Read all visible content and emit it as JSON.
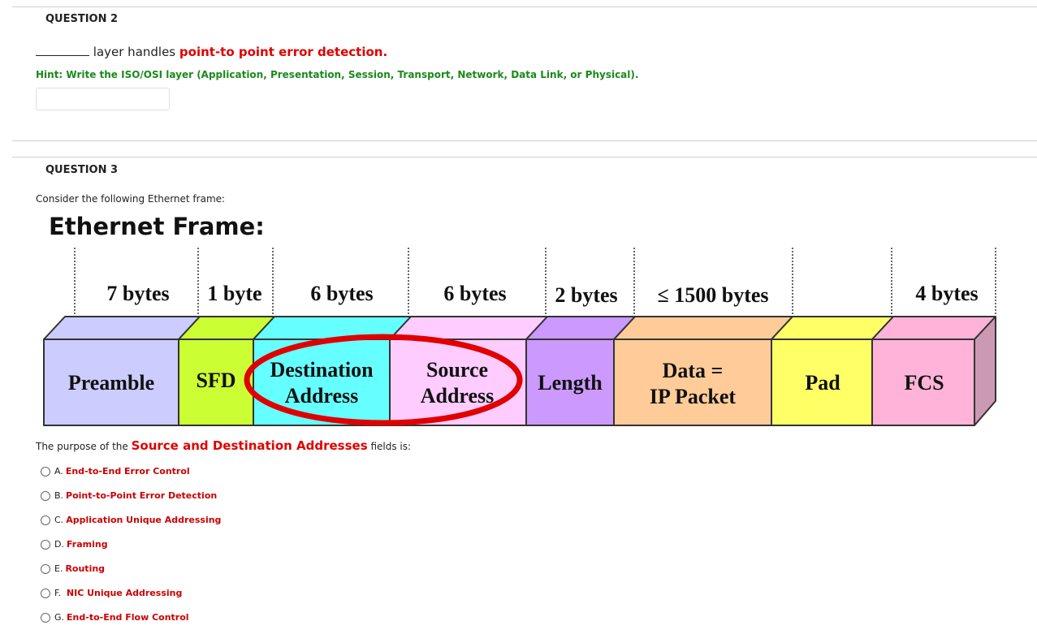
{
  "q2": {
    "label": "QUESTION 2",
    "text_mid": "layer handles",
    "text_red": "point-to point error detection.",
    "hint": "Hint: Write the ISO/OSI layer (Application, Presentation, Session, Transport, Network, Data Link, or Physical).",
    "answer_value": ""
  },
  "q3": {
    "label": "QUESTION 3",
    "consider": "Consider the following Ethernet frame:",
    "frame_title": "Ethernet Frame:",
    "sizes": [
      "7 bytes",
      "1 byte",
      "6 bytes",
      "6 bytes",
      "2 bytes",
      "≤ 1500 bytes",
      "4 bytes"
    ],
    "fields": {
      "preamble": "Preamble",
      "sfd": "SFD",
      "dest_1": "Destination",
      "dest_2": "Address",
      "src_1": "Source",
      "src_2": "Address",
      "length": "Length",
      "data_1": "Data =",
      "data_2": "IP Packet",
      "pad": "Pad",
      "fcs": "FCS"
    },
    "purpose_pre": "The purpose of the",
    "purpose_red": "Source and Destination Addresses",
    "purpose_post": "fields is:",
    "options": [
      {
        "letter": "A.",
        "text": "End-to-End Error Control"
      },
      {
        "letter": "B.",
        "text": "Point-to-Point Error Detection"
      },
      {
        "letter": "C.",
        "text": "Application Unique Addressing"
      },
      {
        "letter": "D.",
        "text": "Framing"
      },
      {
        "letter": "E.",
        "text": "Routing"
      },
      {
        "letter": "F.",
        "text": " NIC Unique Addressing"
      },
      {
        "letter": "G.",
        "text": "End-to-End Flow Control"
      }
    ]
  },
  "colors": {
    "preamble": "#ccccff",
    "sfd": "#ccff33",
    "dest": "#66ffff",
    "src": "#ffccff",
    "length": "#cc99ff",
    "data": "#ffcc99",
    "pad": "#ffff66",
    "fcs": "#ffb3d9",
    "highlight": "#e00000"
  }
}
